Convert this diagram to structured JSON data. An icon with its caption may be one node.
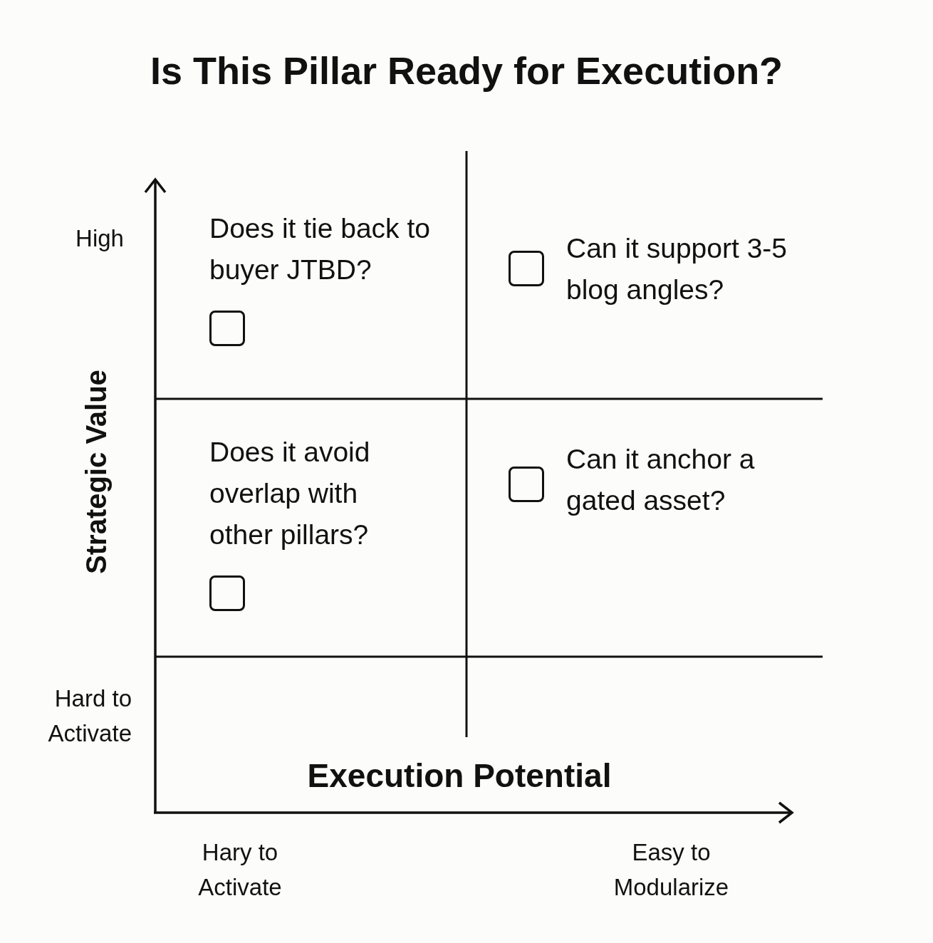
{
  "diagram": {
    "title": "Is This Pillar Ready for Execution?",
    "labels": [
      "High",
      "Does it tie back to buyer JTBD?",
      "Can it support 3-5 blog angles?",
      "Strategic Value",
      "Does it avoid overlap with other pillars?",
      "Can it anchor a gated asset?",
      "Hard to Activate",
      "Execution Potential",
      "Hary to Activate",
      "Easy to Modularize"
    ]
  }
}
